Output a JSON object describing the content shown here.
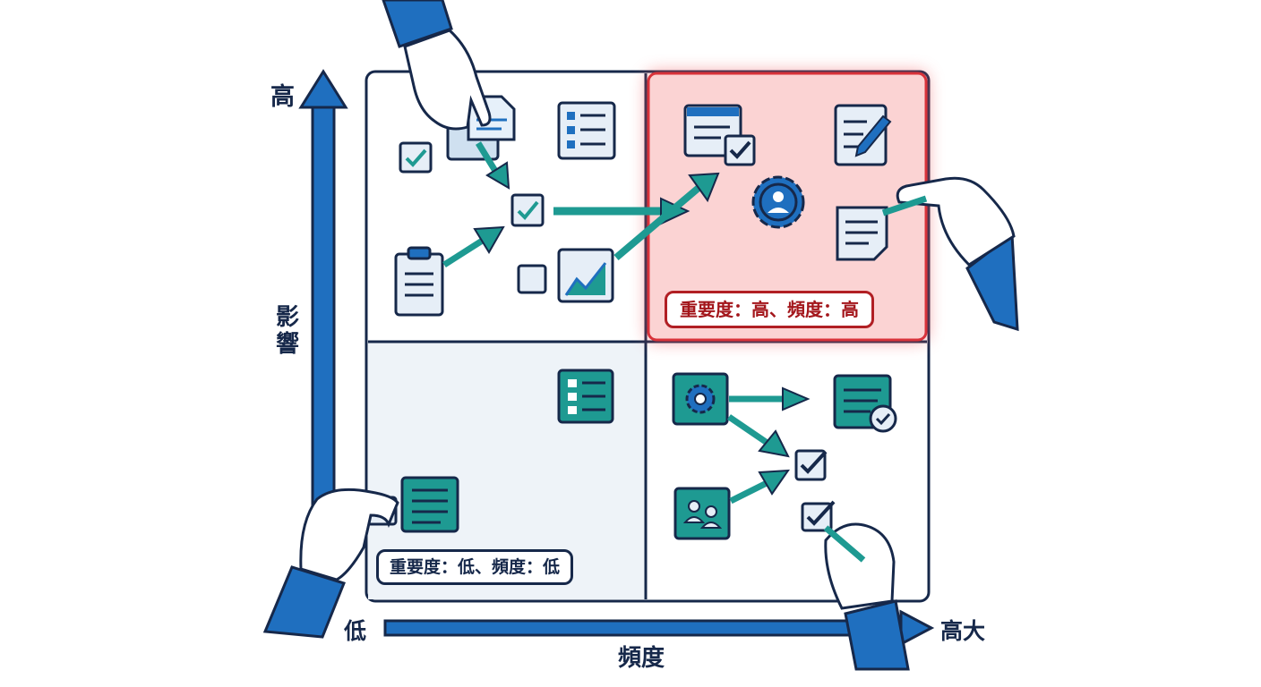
{
  "axes": {
    "y_high": "高",
    "y_title": "影響",
    "x_low": "低",
    "x_title": "頻度",
    "x_high": "高大"
  },
  "quadrants": {
    "low_low_label": "重要度：低、頻度：低",
    "high_high_label": "重要度：高、頻度：高"
  },
  "colors": {
    "navy": "#16284a",
    "blue": "#1f6fbf",
    "teal": "#1e9a92",
    "highlight_red": "#d8323a",
    "highlight_fill": "#fbd3d3"
  }
}
